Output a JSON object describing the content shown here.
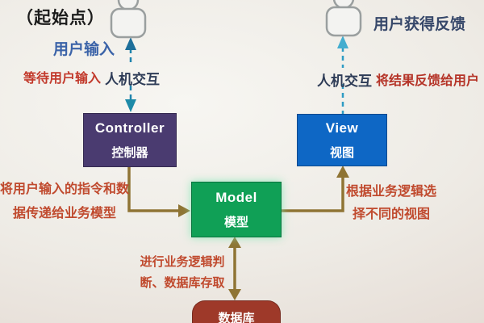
{
  "diagram": {
    "start_point_label": "（起始点）",
    "left_flow": {
      "user_input": "用户输入",
      "wait_user_input": "等待用户输入",
      "hci": "人机交互"
    },
    "right_flow": {
      "user_gets_feedback": "用户获得反馈",
      "hci": "人机交互",
      "feedback_to_user": "将结果反馈给用户"
    },
    "nodes": {
      "controller": {
        "name": "Controller",
        "subtitle": "控制器",
        "color": "#4a3b70"
      },
      "model": {
        "name": "Model",
        "subtitle": "模型",
        "color": "#10a056"
      },
      "view": {
        "name": "View",
        "subtitle": "视图",
        "color": "#0e67c5"
      },
      "database": {
        "name": "数据库",
        "color": "#9e3929"
      }
    },
    "edge_labels": {
      "controller_to_model": [
        "将用户输入的指令和数",
        "据传递给业务模型"
      ],
      "model_to_view": [
        "根据业务逻辑选",
        "择不同的视图"
      ],
      "model_to_database": [
        "进行业务逻辑判",
        "断、数据库存取"
      ]
    },
    "colors": {
      "dashed_arrow": "#2084ad",
      "solid_arrow": "#8f7434",
      "red_text": "#c03a2b",
      "blue_text": "#3b63a8",
      "dark_text": "#2e3c57"
    }
  }
}
